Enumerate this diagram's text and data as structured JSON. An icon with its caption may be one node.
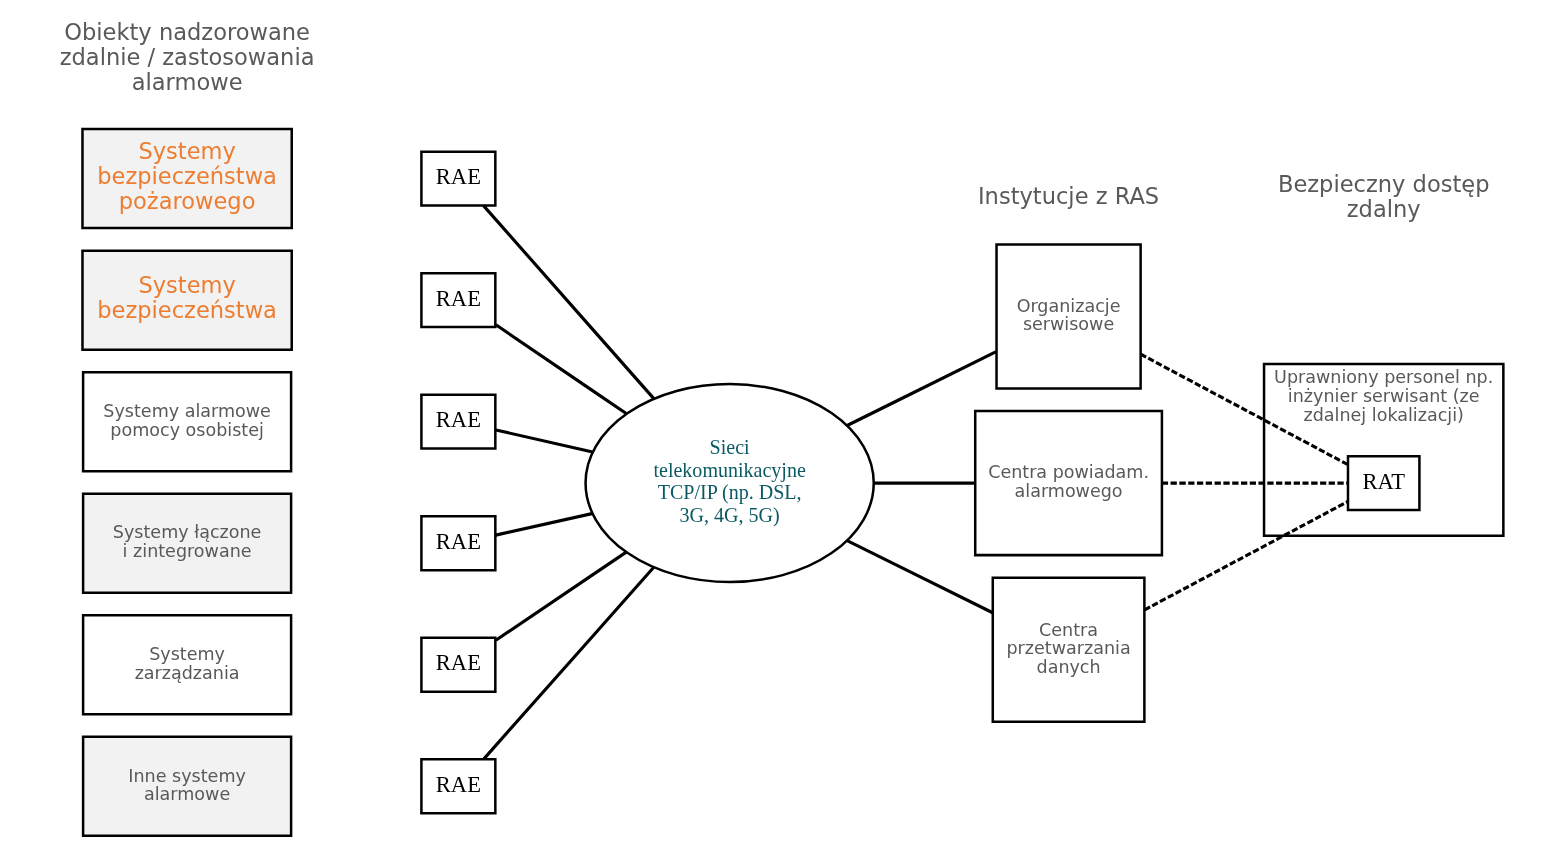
{
  "diagram": {
    "nodes": [
      {
        "text": [
          "Systemy bezpieczeństwa pożarowego"
        ]
      },
      {
        "text": [
          "RAE"
        ]
      },
      {
        "text": [
          "Systemy bezpieczeństwa"
        ]
      },
      {
        "text": [
          "RAE"
        ]
      },
      {
        "text": [
          "Systemy alarmowe pomocy osobistej"
        ]
      },
      {
        "text": [
          "RAE"
        ]
      },
      {
        "text": [
          "Systemy łączone i zintegrowane"
        ]
      },
      {
        "text": [
          "RAE"
        ]
      },
      {
        "text": [
          "Systemy zarządzania"
        ]
      },
      {
        "text": [
          "RAE"
        ]
      },
      {
        "text": [
          "Inne systemy alarmowe"
        ]
      },
      {
        "text": [
          "RAE"
        ]
      },
      {
        "text": [
          "Sieci telekomunikacyjne TCP/IP (np. DSL, 3G, 4G, 5G)"
        ]
      },
      {
        "text": [
          "Organizacje serwisowe"
        ]
      },
      {
        "text": [
          "Centra powiadam. alarmowego"
        ]
      },
      {
        "text": [
          "Centra przetwarzania danych"
        ]
      },
      {
        "text": [
          "Uprawniony personel np. inżynier serwisant (ze zdalnej lokalizacji)"
        ]
      },
      {
        "text": [
          "RAT"
        ],
        "in": 16
      }
    ],
    "edges": [
      {
        "from": 1,
        "to": 12,
        "arrow": "none"
      },
      {
        "from": 3,
        "to": 12,
        "arrow": "none"
      },
      {
        "from": 5,
        "to": 12,
        "arrow": "none"
      },
      {
        "from": 7,
        "to": 12,
        "arrow": "none"
      },
      {
        "from": 9,
        "to": 12,
        "arrow": "none"
      },
      {
        "from": 11,
        "to": 12,
        "arrow": "none"
      },
      {
        "from": 12,
        "to": 13,
        "arrow": "none"
      },
      {
        "from": 12,
        "to": 14,
        "arrow": "none"
      },
      {
        "from": 12,
        "to": 15,
        "arrow": "none"
      },
      {
        "from": 13,
        "to": 17,
        "arrow": "none",
        "style": "dashed"
      },
      {
        "from": 14,
        "to": 17,
        "arrow": "none",
        "style": "dashed"
      },
      {
        "from": 15,
        "to": 17,
        "arrow": "none",
        "style": "dashed"
      }
    ],
    "labels": [
      "Obiekty nadzorowane zdalnie / zastosowania alarmowe",
      "Instytucje z RAS",
      "Bezpieczny dostęp zdalny"
    ]
  }
}
